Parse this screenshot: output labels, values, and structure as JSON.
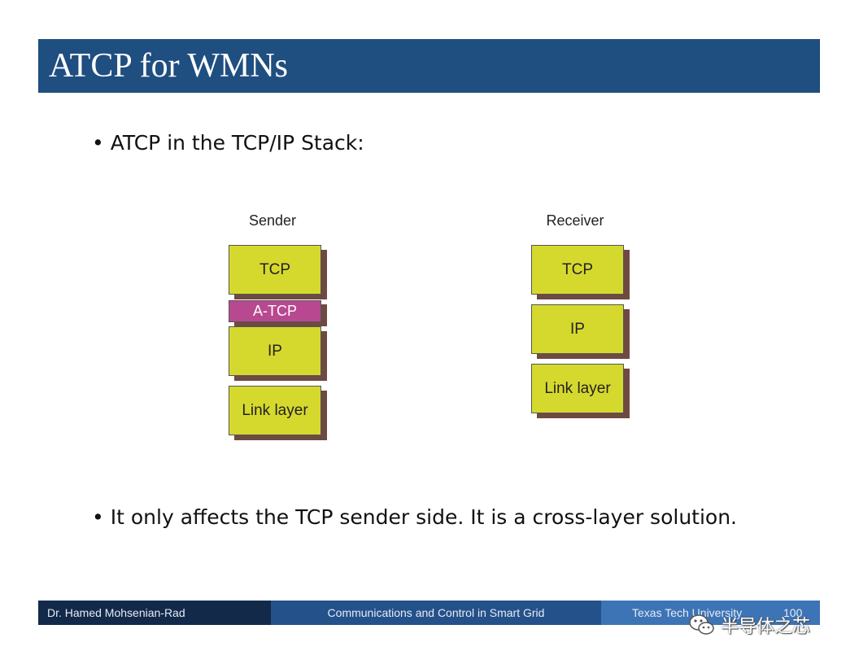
{
  "slide": {
    "title": "ATCP for WMNs",
    "bullets": [
      "ATCP in the TCP/IP Stack:",
      "It only affects the TCP sender side. It is a cross-layer solution."
    ],
    "bullet_symbol": "•"
  },
  "diagram": {
    "sender": {
      "label": "Sender",
      "layers": [
        "TCP",
        "A-TCP",
        "IP",
        "Link layer"
      ]
    },
    "receiver": {
      "label": "Receiver",
      "layers": [
        "TCP",
        "IP",
        "Link layer"
      ]
    },
    "colors": {
      "layer": "#d6d92d",
      "atcp": "#b8488f",
      "shadow": "#6e4a42"
    }
  },
  "footer": {
    "author": "Dr. Hamed Mohsenian-Rad",
    "course": "Communications and Control in Smart Grid",
    "university": "Texas Tech University",
    "page": "100"
  },
  "watermark": {
    "text": "半导体之芯",
    "icon": "wechat-icon"
  },
  "theme": {
    "title_bar": "#1f4e80",
    "footer_left": "#12294a",
    "footer_mid": "#24518a",
    "footer_right": "#3d74b6"
  }
}
